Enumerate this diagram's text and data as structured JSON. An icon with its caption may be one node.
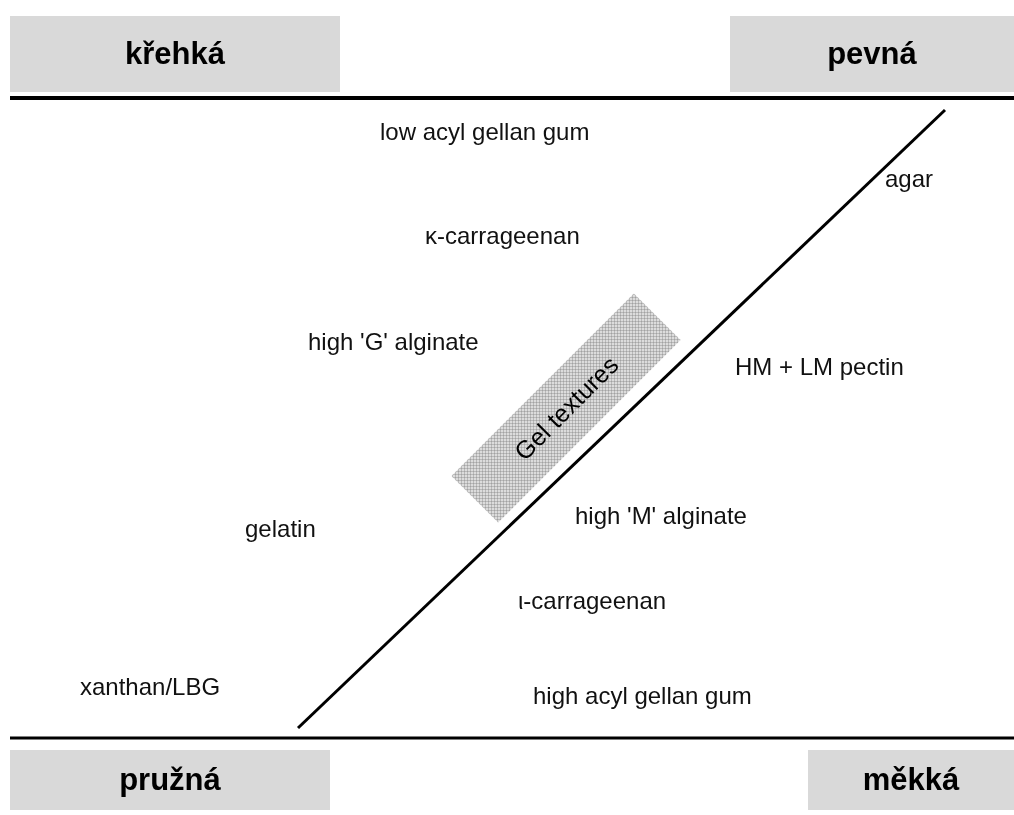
{
  "diagram": {
    "nodes": [
      {
        "text": [
          "křehká"
        ]
      },
      {
        "text": [
          "pevná"
        ]
      },
      {
        "text": [
          "pružná"
        ]
      },
      {
        "text": [
          "měkká"
        ]
      },
      {
        "text": [
          "Gel textures"
        ]
      }
    ],
    "labels": [
      "low acyl gellan gum",
      "agar",
      "κ-carrageenan",
      "high 'G' alginate",
      "HM + LM pectin",
      "gelatin",
      "high 'M' alginate",
      "ι-carrageenan",
      "xanthan/LBG",
      "high acyl gellan gum"
    ]
  }
}
